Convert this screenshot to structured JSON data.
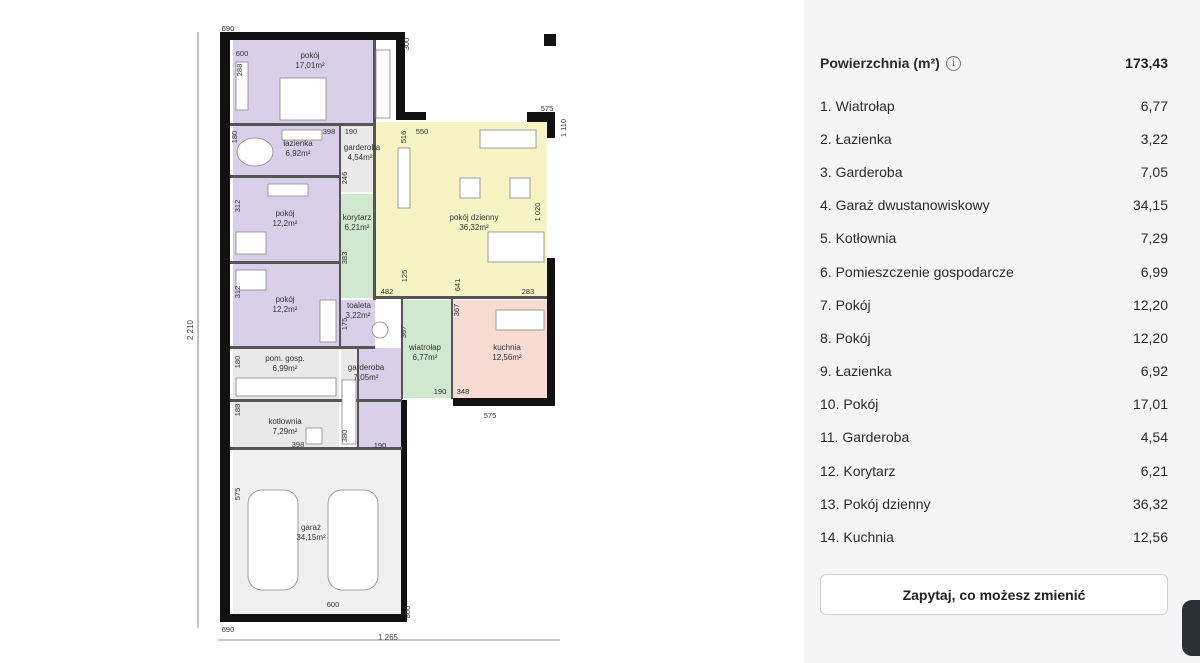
{
  "plan": {
    "dims": {
      "top_left": "690",
      "top_300": "300",
      "right_575_top": "575",
      "right_1110": "1 110",
      "side_2210": "2 210",
      "bottom_690": "690",
      "bottom_800": "800",
      "bottom_1265": "1 265",
      "bottom_575": "575",
      "d600_top": "600",
      "d288": "288",
      "d398_a": "398",
      "d190_a": "190",
      "d180_a": "180",
      "d516": "516",
      "d550": "550",
      "d246": "246",
      "d312_a": "312",
      "d1020": "1 020",
      "d383": "383",
      "d125": "125",
      "d482": "482",
      "d641": "641",
      "d283": "283",
      "d312_b": "312",
      "d175": "175",
      "d367_a": "367",
      "d367_b": "367",
      "d180_b": "180",
      "d190_b": "190",
      "d348": "348",
      "d188": "188",
      "d398_b": "398",
      "d380": "380",
      "d190_c": "190",
      "d575_garage": "575",
      "d600_bottom": "600"
    },
    "rooms": {
      "pokoj_top_name": "pokój",
      "pokoj_top_area": "17,01m²",
      "lazienka_name": "łazienka",
      "lazienka_area": "6,92m²",
      "garderoba_top_name": "garderoba",
      "garderoba_top_area": "4,54m²",
      "pokoj_mid_name": "pokój",
      "pokoj_mid_area": "12,2m²",
      "korytarz_name": "korytarz",
      "korytarz_area": "6,21m²",
      "dzienny_name": "pokój dzienny",
      "dzienny_area": "36,32m²",
      "pokoj_low_name": "pokój",
      "pokoj_low_area": "12,2m²",
      "toaleta_name": "toaleta",
      "toaleta_area": "3,22m²",
      "wiatrolap_name": "wiatrołap",
      "wiatrolap_area": "6,77m²",
      "kuchnia_name": "kuchnia",
      "kuchnia_area": "12,56m²",
      "pomgosp_name": "pom. gosp.",
      "pomgosp_area": "6,99m²",
      "garderoba_low_name": "garderoba",
      "garderoba_low_area": "7,05m²",
      "kotlownia_name": "kotłownia",
      "kotlownia_area": "7,29m²",
      "garaz_name": "garaż",
      "garaz_area": "34,15m²"
    }
  },
  "summary": {
    "label": "Powierzchnia (m²)",
    "info_icon": "info-icon",
    "total": "173,43"
  },
  "rooms": [
    {
      "name": "1. Wiatrołap",
      "area": "6,77"
    },
    {
      "name": "2. Łazienka",
      "area": "3,22"
    },
    {
      "name": "3. Garderoba",
      "area": "7,05"
    },
    {
      "name": "4. Garaż dwustanowiskowy",
      "area": "34,15"
    },
    {
      "name": "5. Kotłownia",
      "area": "7,29"
    },
    {
      "name": "6. Pomieszczenie gospodarcze",
      "area": "6,99"
    },
    {
      "name": "7. Pokój",
      "area": "12,20"
    },
    {
      "name": "8. Pokój",
      "area": "12,20"
    },
    {
      "name": "9. Łazienka",
      "area": "6,92"
    },
    {
      "name": "10. Pokój",
      "area": "17,01"
    },
    {
      "name": "11. Garderoba",
      "area": "4,54"
    },
    {
      "name": "12. Korytarz",
      "area": "6,21"
    },
    {
      "name": "13. Pokój dzienny",
      "area": "36,32"
    },
    {
      "name": "14. Kuchnia",
      "area": "12,56"
    }
  ],
  "ask_button": {
    "label": "Zapytaj, co możesz zmienić"
  },
  "colors": {
    "bedroom": "#d9cfe8",
    "living": "#f6f3c4",
    "corridor": "#cfe8cf",
    "kitchen": "#f6dcd2",
    "service": "#e9e9e9",
    "wall": "#111111",
    "panel": "#f5f5f5"
  }
}
